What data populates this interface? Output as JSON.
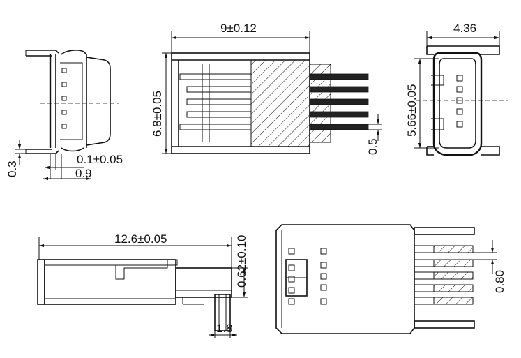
{
  "dimensions": {
    "width_top": "9±0.12",
    "height_top": "6.8±0.05",
    "pitch_right": "0.5",
    "front_width": "4.36",
    "front_height": "5.66±0.05",
    "side_thickness": "0.3",
    "side_gap": "0.1±0.05",
    "side_depth": "0.9",
    "length_total": "12.6±0.05",
    "tail_height": "0.62±0.10",
    "tail_width": "1.8",
    "pin_pitch": "0.80"
  }
}
